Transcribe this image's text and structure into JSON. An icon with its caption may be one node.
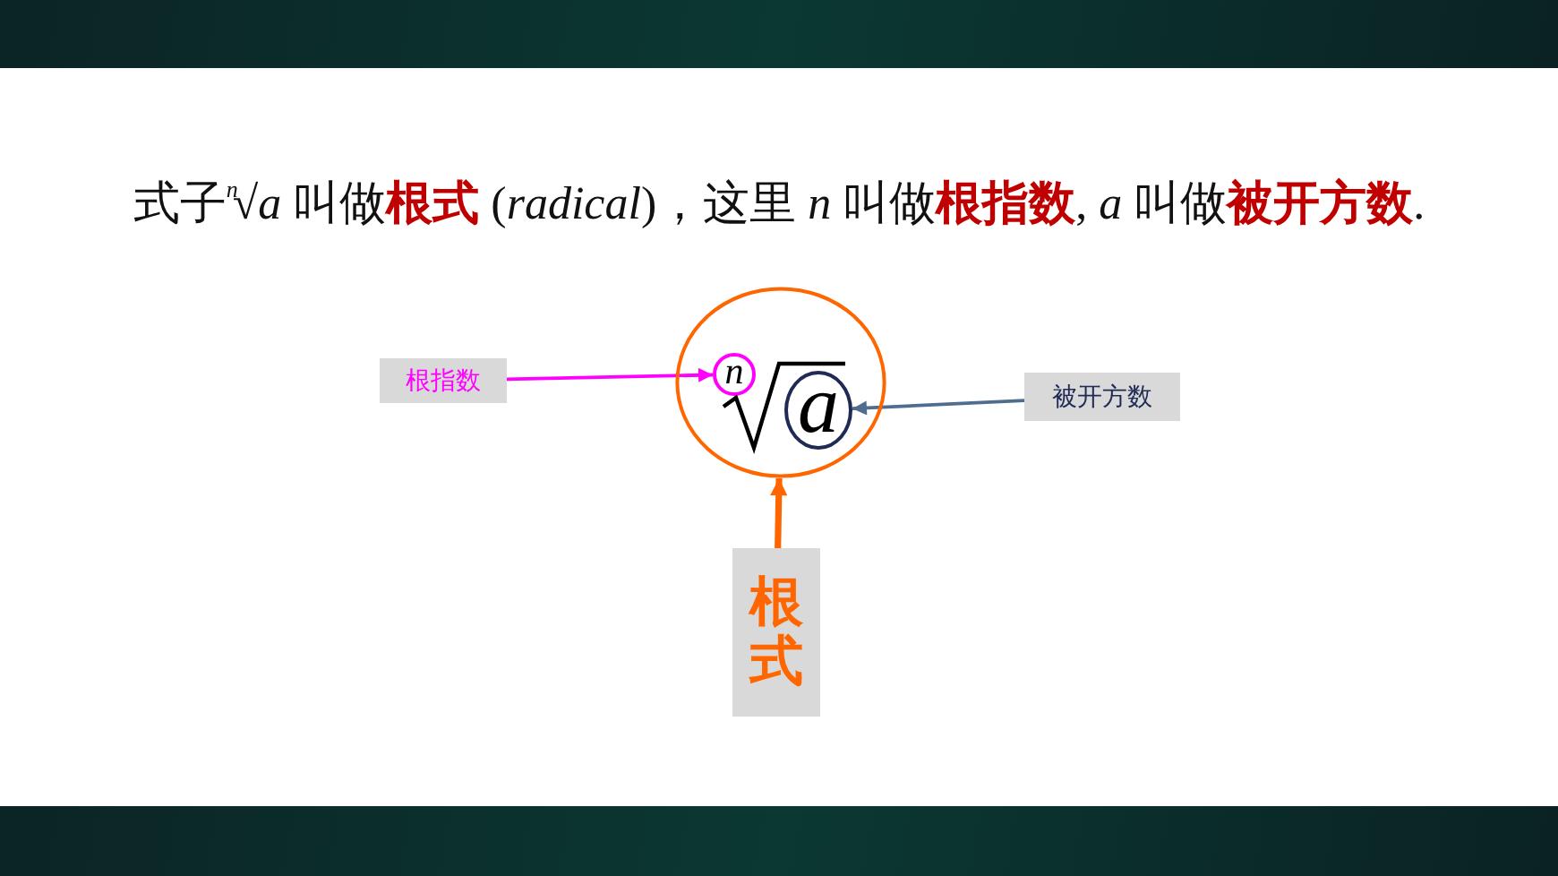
{
  "diagram": {
    "title": "式子$^{n}$√*a* 叫做**根式** (*radical*)，这里 *n* 叫做**根指数**, *a* 叫做**被开方数**.",
    "nodes": [
      {
        "text": [
          "根指数"
        ]
      },
      {
        "text": [],
        "shape": "ellipse"
      },
      {
        "text": [
          "n"
        ],
        "in": 1
      },
      {
        "text": [
          "a"
        ],
        "in": 1
      },
      {
        "text": [
          "被开方数"
        ]
      },
      {
        "text": [
          "根式"
        ]
      }
    ],
    "edges": [
      {
        "from": 0,
        "to": 2,
        "arrow": "to",
        "color": "#ff00ff"
      },
      {
        "from": 4,
        "to": 3,
        "arrow": "to",
        "color": "#4f6d8f"
      },
      {
        "from": 5,
        "to": 1,
        "arrow": "to",
        "style": "thick",
        "color": "#ff6600"
      }
    ]
  }
}
